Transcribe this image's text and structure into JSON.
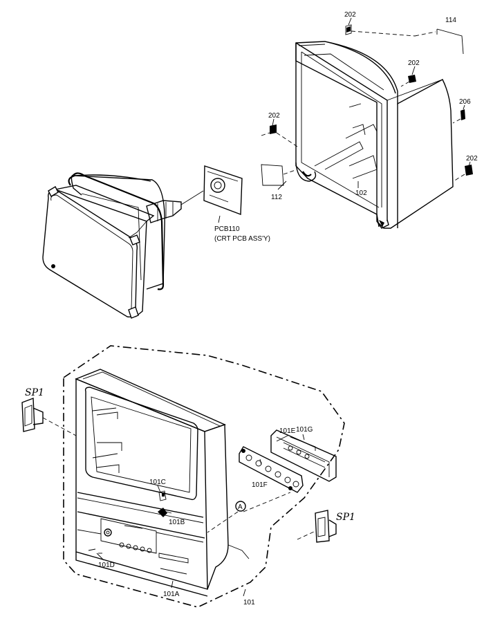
{
  "labels": {
    "screw_202_top": "202",
    "part_114": "114",
    "screw_202_right": "202",
    "screw_206": "206",
    "screw_202_left": "202",
    "screw_202_lower": "202",
    "part_112": "112",
    "part_102": "102",
    "pcb_110": "PCB110",
    "pcb_110_desc": "(CRT PCB ASS'Y)",
    "speaker_left": "SP1",
    "speaker_right": "SP1",
    "part_101E": "101E",
    "part_101G": "101G",
    "part_101F": "101F",
    "part_101C": "101C",
    "part_101B": "101B",
    "part_101D": "101D",
    "part_101A": "101A",
    "part_101": "101",
    "ref_A": "A"
  }
}
